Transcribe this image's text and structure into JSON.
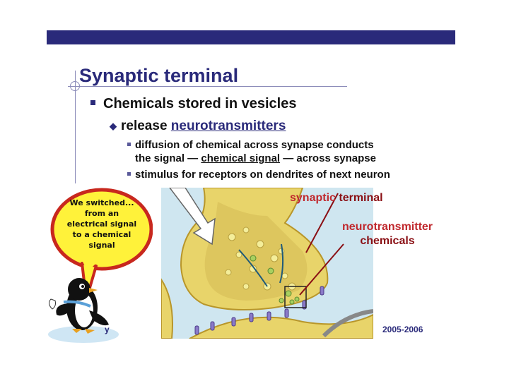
{
  "slide": {
    "title": "Synaptic terminal",
    "bullet1": "Chemicals stored in vesicles",
    "bullet2_prefix": "release ",
    "bullet2_link": "neurotransmitters",
    "sub1_line1": "diffusion of chemical across synapse conducts",
    "sub1_line2_a": "the signal — ",
    "sub1_line2_link": "chemical signal",
    "sub1_line2_b": " — across synapse",
    "sub2": "stimulus for receptors on dendrites of next neuron"
  },
  "figure": {
    "label_terminal_a": "synaptic",
    "label_terminal_b": " terminal",
    "label_neuro_line1": "neurotransmitter",
    "label_neuro_line2": "chemicals"
  },
  "bubble": {
    "line1": "We switched...",
    "line2": "from an",
    "line3": "electrical signal",
    "line4": "to a chemical",
    "line5": "signal"
  },
  "footer": {
    "left_fragment": "y",
    "year": "2005-2006"
  },
  "colors": {
    "navy": "#2a2a7a",
    "red": "#c0282d",
    "terminal_fill": "#e8d46a",
    "speech_yellow": "#fff23a",
    "speech_border": "#c8281e"
  },
  "icons": [
    "penguin-icon",
    "speech-bubble-icon",
    "arrow-icon"
  ]
}
